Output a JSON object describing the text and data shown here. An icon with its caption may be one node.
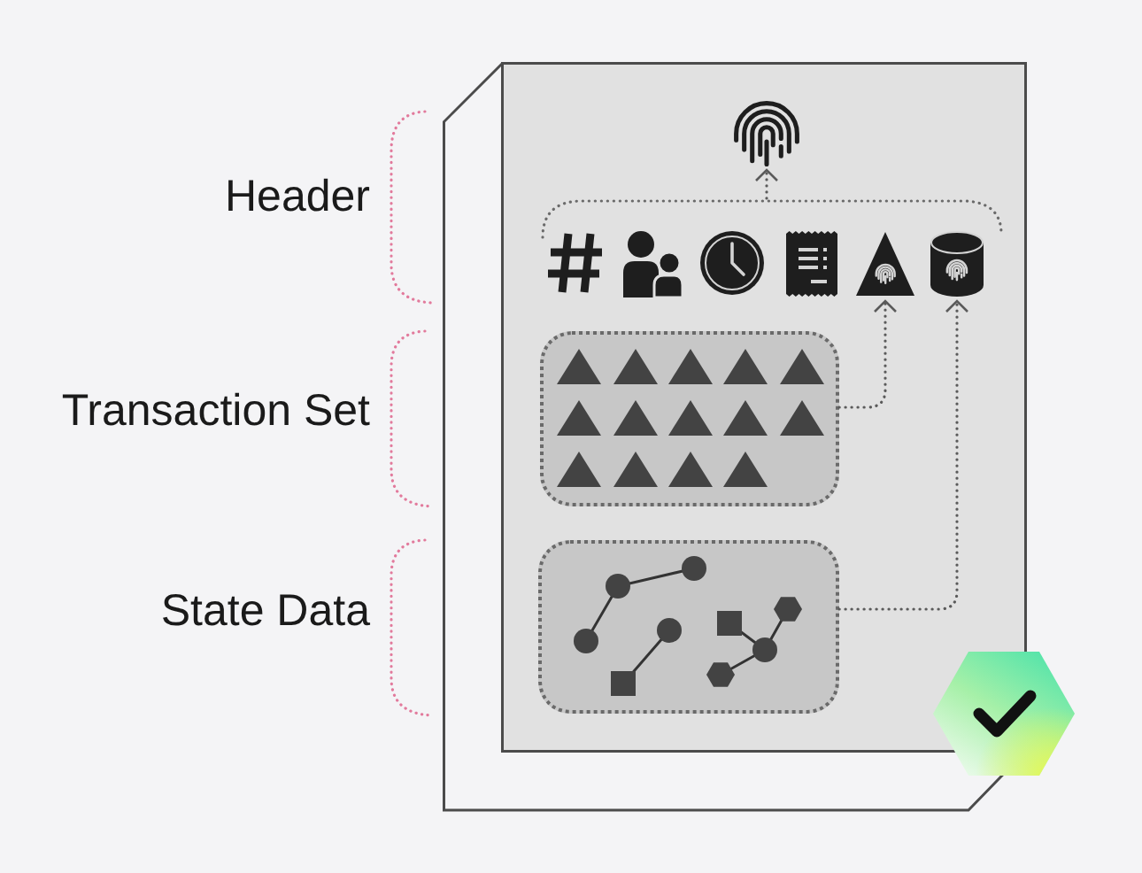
{
  "diagram": {
    "nodes": [
      {
        "text": [],
        "shape": "box"
      },
      {
        "text": [],
        "shape": "picture",
        "in": 0
      },
      {
        "text": [],
        "shape": "bracket",
        "in": 0
      },
      {
        "text": [],
        "shape": "picture",
        "in": 2
      },
      {
        "text": [],
        "shape": "picture",
        "in": 2
      },
      {
        "text": [],
        "shape": "box",
        "in": 0
      },
      {
        "text": [],
        "shape": "box",
        "in": 0
      }
    ],
    "edges": [
      {
        "from": 2,
        "to": 1,
        "arrow": "to"
      },
      {
        "from": 5,
        "to": 3,
        "arrow": "to"
      },
      {
        "from": 6,
        "to": 4,
        "arrow": "to"
      }
    ],
    "labels": [
      "Header",
      "Transaction Set",
      "State Data"
    ]
  }
}
